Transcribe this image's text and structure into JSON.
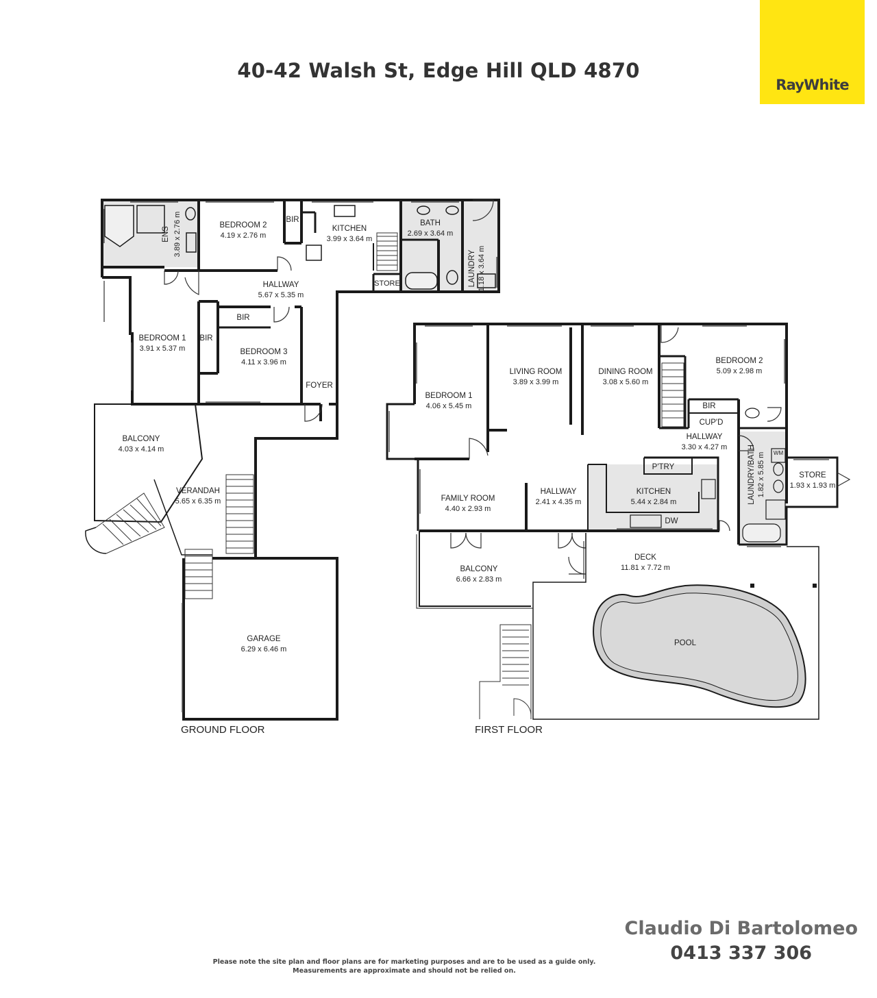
{
  "header": {
    "address": "40-42 Walsh St, Edge Hill QLD 4870"
  },
  "brand": {
    "logo_text": "RayWhite",
    "color": "#FFE512"
  },
  "floors": {
    "ground": {
      "label": "GROUND FLOOR",
      "rooms": {
        "ens": {
          "name": "ENS",
          "dims": "3.89 x 2.76 m"
        },
        "bedroom2": {
          "name": "BEDROOM 2",
          "dims": "4.19 x 2.76 m"
        },
        "bir_a": {
          "name": "BIR"
        },
        "kitchen": {
          "name": "KITCHEN",
          "dims": "3.99 x 3.64 m"
        },
        "bath": {
          "name": "BATH",
          "dims": "2.69 x 3.64 m"
        },
        "laundry": {
          "name": "LAUNDRY",
          "dims": "1.18 x 3.64 m"
        },
        "store": {
          "name": "STORE"
        },
        "hallway": {
          "name": "HALLWAY",
          "dims": "5.67 x 5.35 m"
        },
        "bir_b": {
          "name": "BIR"
        },
        "bir_c": {
          "name": "BIR"
        },
        "bedroom1": {
          "name": "BEDROOM 1",
          "dims": "3.91 x 5.37 m"
        },
        "bedroom3": {
          "name": "BEDROOM 3",
          "dims": "4.11 x 3.96 m"
        },
        "foyer": {
          "name": "FOYER"
        },
        "balcony": {
          "name": "BALCONY",
          "dims": "4.03 x 4.14 m"
        },
        "verandah": {
          "name": "VERANDAH",
          "dims": "5.65 x 6.35 m"
        },
        "garage": {
          "name": "GARAGE",
          "dims": "6.29 x 6.46 m"
        }
      }
    },
    "first": {
      "label": "FIRST FLOOR",
      "rooms": {
        "bedroom1": {
          "name": "BEDROOM 1",
          "dims": "4.06 x 5.45 m"
        },
        "living": {
          "name": "LIVING ROOM",
          "dims": "3.89 x 3.99 m"
        },
        "dining": {
          "name": "DINING ROOM",
          "dims": "3.08 x 5.60 m"
        },
        "bedroom2": {
          "name": "BEDROOM 2",
          "dims": "5.09 x 2.98 m"
        },
        "bir": {
          "name": "BIR"
        },
        "cupd": {
          "name": "CUP'D"
        },
        "hallway_a": {
          "name": "HALLWAY",
          "dims": "3.30 x 4.27 m"
        },
        "ptry": {
          "name": "P'TRY"
        },
        "kitchen": {
          "name": "KITCHEN",
          "dims": "5.44 x 2.84 m"
        },
        "dw": {
          "name": "DW"
        },
        "wm": {
          "name": "WM"
        },
        "laundry_bath": {
          "name": "LAUNDRY/BATH",
          "dims": "1.82 x 5.85 m"
        },
        "store": {
          "name": "STORE",
          "dims": "1.93 x 1.93 m"
        },
        "family": {
          "name": "FAMILY ROOM",
          "dims": "4.40 x 2.93 m"
        },
        "hallway_b": {
          "name": "HALLWAY",
          "dims": "2.41 x 4.35 m"
        },
        "balcony": {
          "name": "BALCONY",
          "dims": "6.66 x 2.83 m"
        },
        "deck": {
          "name": "DECK",
          "dims": "11.81 x 7.72 m"
        },
        "pool": {
          "name": "POOL"
        }
      }
    }
  },
  "agent": {
    "name": "Claudio Di Bartolomeo",
    "phone": "0413 337 306"
  },
  "disclaimer": {
    "line1": "Please note the site plan and floor plans are for marketing purposes and are to be used as a guide only.",
    "line2": "Measurements are approximate and should not be relied on."
  }
}
